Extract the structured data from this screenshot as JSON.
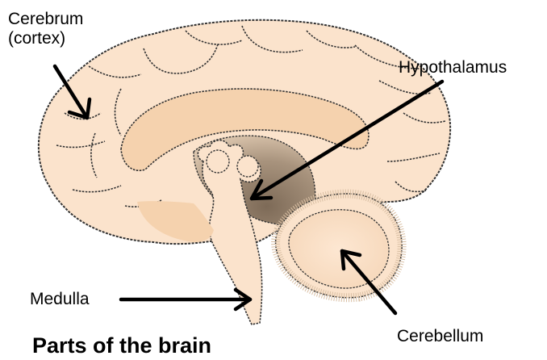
{
  "title": "Parts of the brain",
  "labels": {
    "cerebrum_line1": "Cerebrum",
    "cerebrum_line2": "(cortex)",
    "hypothalamus": "Hypothalamus",
    "medulla": "Medulla",
    "cerebellum": "Cerebellum"
  },
  "colors": {
    "brain_fill": "#fbe3cc",
    "corpus_callosum": "#f5d2ae",
    "ventricle_dark": "#9c8a78",
    "brainstem": "#fbe3cc",
    "outline": "#333333",
    "arrow": "#000000",
    "text": "#000000"
  }
}
